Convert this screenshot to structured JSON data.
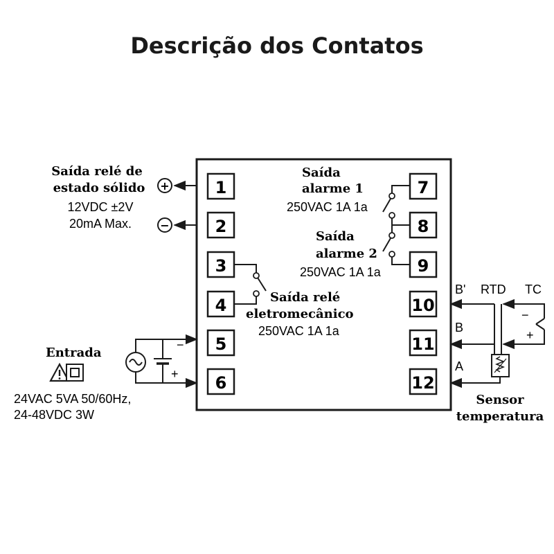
{
  "title": "Descrição dos Contatos",
  "terminals": [
    "1",
    "2",
    "3",
    "4",
    "5",
    "6",
    "7",
    "8",
    "9",
    "10",
    "11",
    "12"
  ],
  "ssr_output": {
    "label_line1": "Saída relé de",
    "label_line2": "estado sólido",
    "spec_line1": "12VDC ±2V",
    "spec_line2": "20mA Max.",
    "plus_symbol": "+",
    "minus_symbol": "−"
  },
  "relay_output": {
    "label_line1": "Saída relé",
    "label_line2": "eletromecânico",
    "spec": "250VAC 1A 1a"
  },
  "alarm1": {
    "label_line1": "Saída",
    "label_line2": "alarme 1",
    "spec": "250VAC 1A 1a"
  },
  "alarm2": {
    "label_line1": "Saída",
    "label_line2": "alarme 2",
    "spec": "250VAC 1A 1a"
  },
  "power_input": {
    "label": "Entrada",
    "spec_line1": "24VAC 5VA 50/60Hz,",
    "spec_line2": "24-48VDC 3W",
    "minus_symbol": "−",
    "plus_symbol": "+"
  },
  "sensor": {
    "label_b_prime": "B'",
    "label_b": "B",
    "label_a": "A",
    "label_rtd": "RTD",
    "label_tc": "TC",
    "tc_minus": "−",
    "tc_plus": "+",
    "caption_line1": "Sensor",
    "caption_line2": "temperatura"
  }
}
